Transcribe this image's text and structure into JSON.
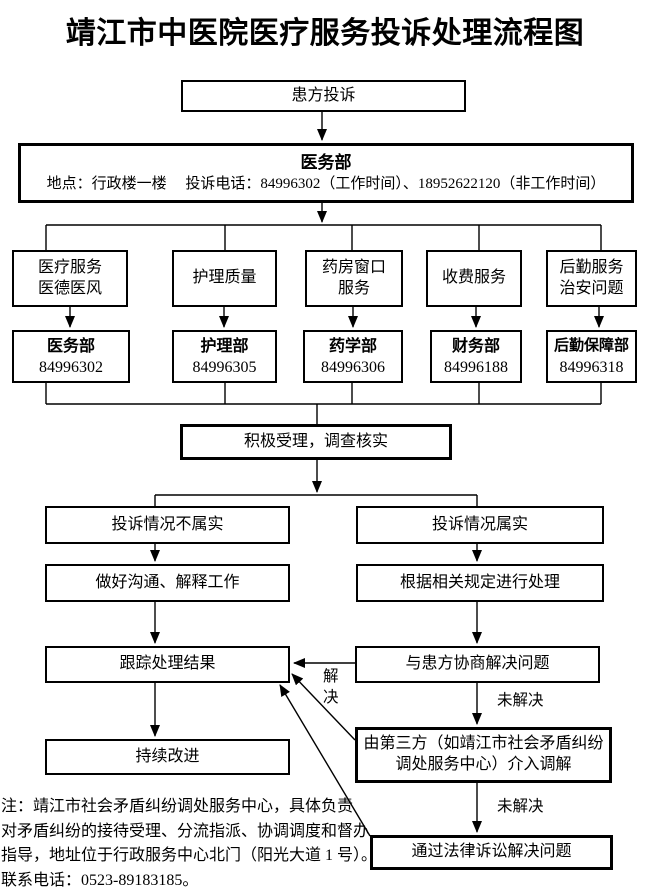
{
  "title": "靖江市中医院医疗服务投诉处理流程图",
  "colors": {
    "line": "#000000",
    "box_border": "#000000",
    "box_bg": "#ffffff",
    "text": "#000000"
  },
  "nodes": {
    "patient": "患方投诉",
    "duty_office": {
      "name": "医务部",
      "info": "地点：行政楼一楼　 投诉电话：84996302（工作时间）、18952622120（非工作时间）"
    },
    "categories": [
      {
        "label": "医疗服务\n医德医风"
      },
      {
        "label": "护理质量"
      },
      {
        "label": "药房窗口\n服务"
      },
      {
        "label": "收费服务"
      },
      {
        "label": "后勤服务\n治安问题"
      }
    ],
    "departments": [
      {
        "name": "医务部",
        "phone": "84996302"
      },
      {
        "name": "护理部",
        "phone": "84996305"
      },
      {
        "name": "药学部",
        "phone": "84996306"
      },
      {
        "name": "财务部",
        "phone": "84996188"
      },
      {
        "name": "后勤保障部",
        "phone": "84996318"
      }
    ],
    "accept": "积极受理，调查核实",
    "not_true": "投诉情况不属实",
    "is_true": "投诉情况属实",
    "communicate": "做好沟通、解释工作",
    "handle": "根据相关规定进行处理",
    "track": "跟踪处理结果",
    "negotiate": "与患方协商解决问题",
    "improve": "持续改进",
    "third_party": "由第三方（如靖江市社会矛盾纠纷\n调处服务中心）介入调解",
    "lawsuit": "通过法律诉讼解决问题"
  },
  "edge_labels": {
    "resolved": "解决",
    "unresolved": "未解决"
  },
  "note": "注：靖江市社会矛盾纠纷调处服务中心，具体负责\n对矛盾纠纷的接待受理、分流指派、协调调度和督办\n指导，地址位于行政服务中心北门（阳光大道 1 号）。\n联系电话：0523-89183185。"
}
